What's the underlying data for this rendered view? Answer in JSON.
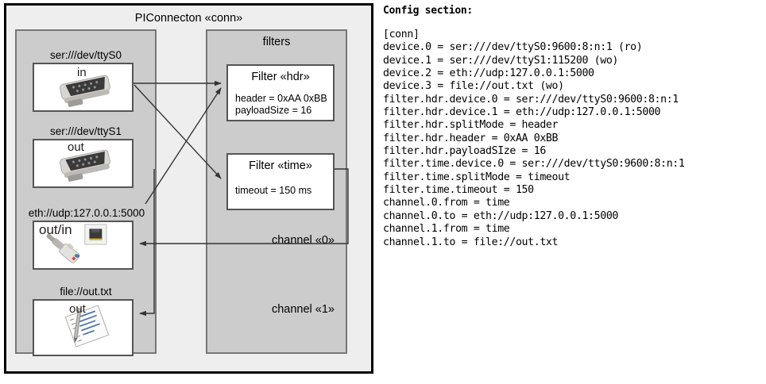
{
  "diagram": {
    "title": "PIConnecton «conn»",
    "devices_panel": {
      "name": "devices-panel"
    },
    "filters_panel": {
      "title": "filters"
    },
    "devices": [
      {
        "label": "ser:///dev/ttyS0",
        "mode": "in",
        "icon": "serial-port-icon"
      },
      {
        "label": "ser:///dev/ttyS1",
        "mode": "out",
        "icon": "serial-port-icon"
      },
      {
        "label": "eth://udp:127.0.0.1:5000",
        "mode": "out/in",
        "icon": "ethernet-jack-icon"
      },
      {
        "label": "file://out.txt",
        "mode": "out",
        "icon": "text-file-icon"
      }
    ],
    "filters": [
      {
        "title": "Filter «hdr»",
        "props": [
          "header = 0xAA 0xBB",
          "payloadSize = 16"
        ]
      },
      {
        "title": "Filter «time»",
        "props": [
          "timeout = 150 ms"
        ]
      }
    ],
    "channels": [
      {
        "label": "channel «0»"
      },
      {
        "label": "channel «1»"
      }
    ]
  },
  "config": {
    "heading": "Config section:",
    "lines": [
      "[conn]",
      "device.0 = ser:///dev/ttyS0:9600:8:n:1 (ro)",
      "device.1 = ser:///dev/ttyS1:115200 (wo)",
      "device.2 = eth://udp:127.0.0.1:5000",
      "device.3 = file://out.txt (wo)",
      "filter.hdr.device.0 = ser:///dev/ttyS0:9600:8:n:1",
      "filter.hdr.device.1 = eth://udp:127.0.0.1:5000",
      "filter.hdr.splitMode = header",
      "filter.hdr.header = 0xAA 0xBB",
      "filter.hdr.payloadSIze = 16",
      "filter.time.device.0 = ser:///dev/ttyS0:9600:8:n:1",
      "filter.time.splitMode = timeout",
      "filter.time.timeout = 150",
      "channel.0.from = time",
      "channel.0.to = eth://udp:127.0.0.1:5000",
      "channel.1.from = time",
      "channel.1.to = file://out.txt"
    ]
  },
  "colors": {
    "frame_bg": "#eeeeee",
    "panel_bg": "#cccccc",
    "box_bg": "#ffffff",
    "border": "#555555",
    "line": "#333333"
  }
}
